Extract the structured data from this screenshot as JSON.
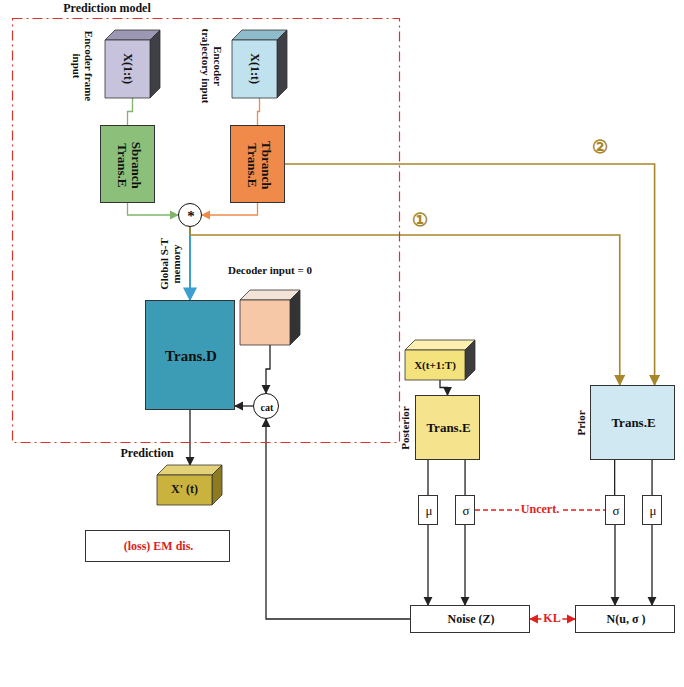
{
  "diagram": {
    "nodes": [
      {
        "text": [
          "Prediction model"
        ]
      },
      {
        "text": [
          "X(1:t)",
          "Encoder frame input"
        ],
        "in": 0
      },
      {
        "text": [
          "X(1:t)",
          "Encoder trajectory input"
        ],
        "in": 0
      },
      {
        "text": [
          "Sbranch Trans.E"
        ],
        "in": 0
      },
      {
        "text": [
          "Tbranch Trans.E"
        ],
        "in": 0
      },
      {
        "text": [
          "*"
        ],
        "in": 0
      },
      {
        "text": [
          "Trans.D"
        ],
        "in": 0
      },
      {
        "text": [
          "Decoder input = 0"
        ],
        "in": 0
      },
      {
        "text": [
          "cat"
        ],
        "in": 0
      },
      {
        "text": [
          "X' (t)",
          "Prediction"
        ]
      },
      {
        "text": [
          "(loss) EM dis."
        ]
      },
      {
        "text": [
          "X(t+1:T)"
        ]
      },
      {
        "text": [
          "Trans.E",
          "Posterior"
        ]
      },
      {
        "text": [
          "μ"
        ]
      },
      {
        "text": [
          "σ"
        ]
      },
      {
        "text": [
          "Noise (Z)"
        ]
      },
      {
        "text": [
          "Trans.E",
          "Prior"
        ]
      },
      {
        "text": [
          "σ"
        ]
      },
      {
        "text": [
          "μ"
        ]
      },
      {
        "text": [
          "N(u, σ )"
        ]
      }
    ],
    "edges": [
      {
        "from": 1,
        "to": 3,
        "arrow": "none"
      },
      {
        "from": 2,
        "to": 4,
        "arrow": "none"
      },
      {
        "from": 3,
        "to": 5,
        "arrow": "to"
      },
      {
        "from": 4,
        "to": 5,
        "arrow": "to"
      },
      {
        "from": 5,
        "to": 6,
        "label": "Global S-T memory",
        "arrow": "to"
      },
      {
        "from": 7,
        "to": 8,
        "arrow": "to"
      },
      {
        "from": 8,
        "to": 6,
        "arrow": "to"
      },
      {
        "from": 6,
        "to": 9,
        "arrow": "to"
      },
      {
        "from": 11,
        "to": 12,
        "arrow": "to"
      },
      {
        "from": 12,
        "to": 13,
        "arrow": "none"
      },
      {
        "from": 12,
        "to": 14,
        "arrow": "none"
      },
      {
        "from": 13,
        "to": 15,
        "arrow": "to"
      },
      {
        "from": 14,
        "to": 15,
        "arrow": "to"
      },
      {
        "from": 15,
        "to": 8,
        "arrow": "to"
      },
      {
        "from": 16,
        "to": 17,
        "arrow": "none"
      },
      {
        "from": 16,
        "to": 18,
        "arrow": "none"
      },
      {
        "from": 18,
        "to": 19,
        "arrow": "to"
      },
      {
        "from": 17,
        "to": 19,
        "arrow": "to"
      },
      {
        "from": 5,
        "to": 16,
        "label": "①",
        "arrow": "to"
      },
      {
        "from": 4,
        "to": 16,
        "label": "②",
        "arrow": "to"
      },
      {
        "from": 14,
        "to": 17,
        "label": "Uncert.",
        "arrow": "none"
      },
      {
        "from": 15,
        "to": 19,
        "label": "KL",
        "arrow": "both"
      }
    ]
  }
}
